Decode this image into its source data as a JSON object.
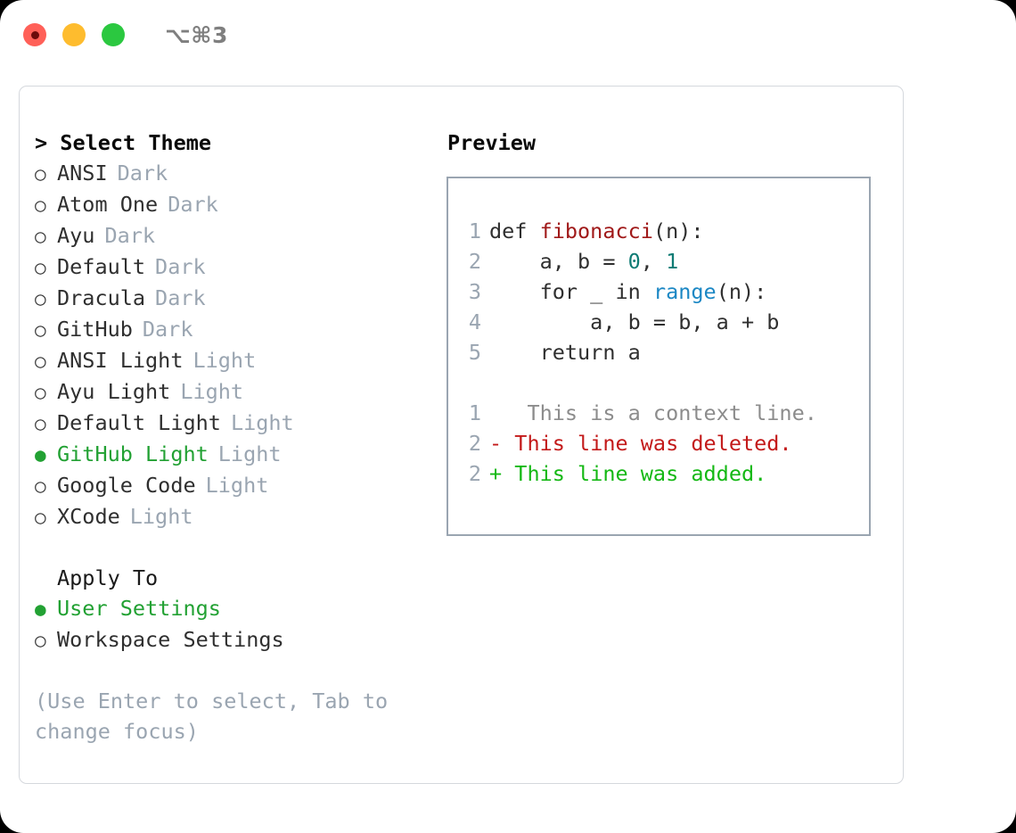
{
  "titlebar": {
    "shortcut": "⌥⌘3",
    "dots": [
      {
        "name": "close",
        "color": "#ff6058"
      },
      {
        "name": "minimize",
        "color": "#febc2e"
      },
      {
        "name": "maximize",
        "color": "#2bc840"
      }
    ]
  },
  "theme_picker": {
    "header": "> Select Theme",
    "items": [
      {
        "marker": "○",
        "label": "ANSI",
        "tag": "Dark",
        "selected": false
      },
      {
        "marker": "○",
        "label": "Atom One",
        "tag": "Dark",
        "selected": false
      },
      {
        "marker": "○",
        "label": "Ayu",
        "tag": "Dark",
        "selected": false
      },
      {
        "marker": "○",
        "label": "Default",
        "tag": "Dark",
        "selected": false
      },
      {
        "marker": "○",
        "label": "Dracula",
        "tag": "Dark",
        "selected": false
      },
      {
        "marker": "○",
        "label": "GitHub",
        "tag": "Dark",
        "selected": false
      },
      {
        "marker": "○",
        "label": "ANSI Light",
        "tag": "Light",
        "selected": false
      },
      {
        "marker": "○",
        "label": "Ayu Light",
        "tag": "Light",
        "selected": false
      },
      {
        "marker": "○",
        "label": "Default Light",
        "tag": "Light",
        "selected": false
      },
      {
        "marker": "●",
        "label": "GitHub Light",
        "tag": "Light",
        "selected": true
      },
      {
        "marker": "○",
        "label": "Google Code",
        "tag": "Light",
        "selected": false
      },
      {
        "marker": "○",
        "label": "XCode",
        "tag": "Light",
        "selected": false
      }
    ]
  },
  "apply_to": {
    "header": "Apply To",
    "items": [
      {
        "marker": "●",
        "label": "User Settings",
        "selected": true
      },
      {
        "marker": "○",
        "label": "Workspace Settings",
        "selected": false
      }
    ]
  },
  "hint": "(Use Enter to select, Tab to change focus)",
  "preview": {
    "header": "Preview",
    "code_lines": [
      {
        "num": "1",
        "tokens": [
          {
            "t": "def ",
            "c": "plain"
          },
          {
            "t": "fibonacci",
            "c": "fn"
          },
          {
            "t": "(n):",
            "c": "plain"
          }
        ]
      },
      {
        "num": "2",
        "tokens": [
          {
            "t": "    a, b = ",
            "c": "plain"
          },
          {
            "t": "0",
            "c": "num"
          },
          {
            "t": ", ",
            "c": "plain"
          },
          {
            "t": "1",
            "c": "num"
          }
        ]
      },
      {
        "num": "3",
        "tokens": [
          {
            "t": "    for _ in ",
            "c": "plain"
          },
          {
            "t": "range",
            "c": "call"
          },
          {
            "t": "(n):",
            "c": "plain"
          }
        ]
      },
      {
        "num": "4",
        "tokens": [
          {
            "t": "        a, b = b, a + b",
            "c": "plain"
          }
        ]
      },
      {
        "num": "5",
        "tokens": [
          {
            "t": "    return a",
            "c": "plain"
          }
        ]
      }
    ],
    "diff_lines": [
      {
        "num": "1",
        "sign": " ",
        "text": "  This is a context line.",
        "kind": "ctx"
      },
      {
        "num": "2",
        "sign": "-",
        "text": " This line was deleted.",
        "kind": "del"
      },
      {
        "num": "2",
        "sign": "+",
        "text": " This line was added.",
        "kind": "add"
      }
    ]
  },
  "colors": {
    "accent_green": "#22a133",
    "muted": "#9aa5b1",
    "syntax_function": "#a01919",
    "syntax_builtin": "#1b87c4",
    "syntax_number": "#0f7b74",
    "diff_added": "#14b814",
    "diff_deleted": "#c31a1a",
    "diff_context": "#8c8c8c"
  }
}
